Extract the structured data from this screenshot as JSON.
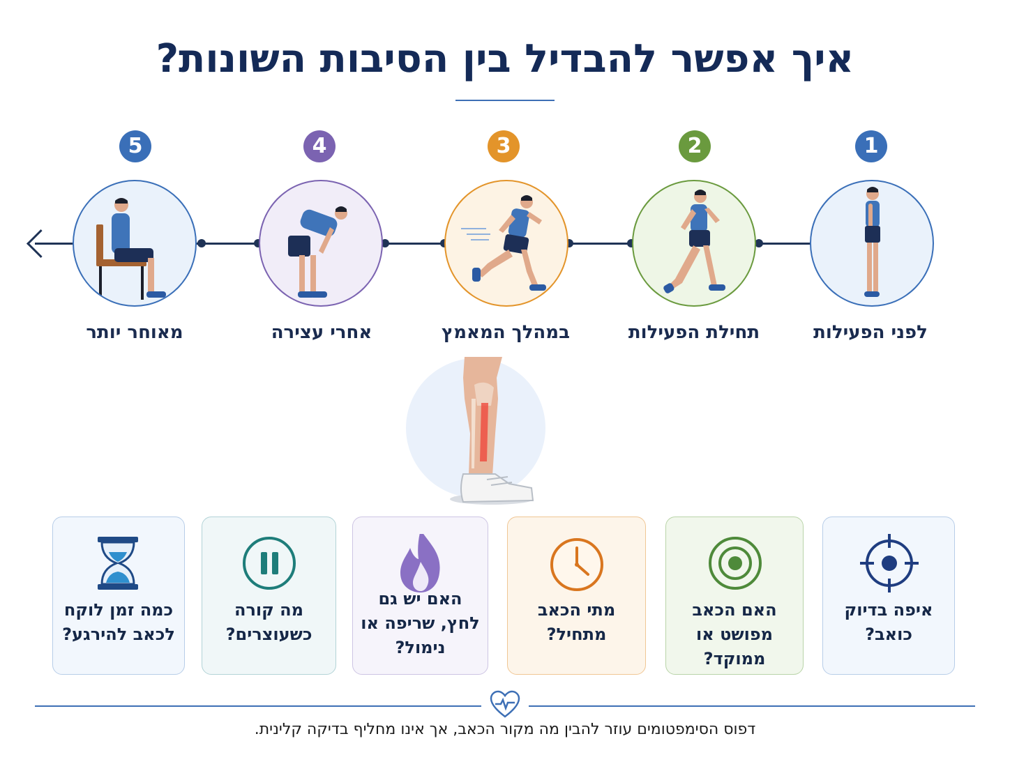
{
  "title": "איך אפשר להבדיל בין הסיבות השונות?",
  "steps": [
    {
      "num": "1",
      "label": "לפני הפעילות",
      "color": "#3a6fb8",
      "bg": "#eaf2fb"
    },
    {
      "num": "2",
      "label": "תחילת הפעילות",
      "color": "#6a9a3e",
      "bg": "#eef6e6"
    },
    {
      "num": "3",
      "label": "במהלך המאמץ",
      "color": "#e3942a",
      "bg": "#fdf3e4"
    },
    {
      "num": "4",
      "label": "אחרי עצירה",
      "color": "#7b63b1",
      "bg": "#f1edf8"
    },
    {
      "num": "5",
      "label": "מאוחר יותר",
      "color": "#3a6fb8",
      "bg": "#eaf2fb"
    }
  ],
  "cards": [
    {
      "text": "איפה בדיוק כואב?",
      "icon": "crosshair-icon",
      "color": "#1f3d80",
      "border": "#b7cde8",
      "bg": "#f2f7fd"
    },
    {
      "text": "האם הכאב מפושט או ממוקד?",
      "icon": "target-icon",
      "color": "#4e8a3a",
      "border": "#b9d4a8",
      "bg": "#f1f7ec"
    },
    {
      "text": "מתי הכאב מתחיל?",
      "icon": "clock-icon",
      "color": "#d9761f",
      "border": "#f0c694",
      "bg": "#fdf5ea"
    },
    {
      "text": "האם יש גם לחץ, שריפה או נימול?",
      "icon": "flame-icon",
      "color": "#7b5fb6",
      "border": "#cdc4e3",
      "bg": "#f6f4fb"
    },
    {
      "text": "מה קורה כשעוצרים?",
      "icon": "pause-icon",
      "color": "#1e7d7a",
      "border": "#b2d3d7",
      "bg": "#f0f7f8"
    },
    {
      "text": "כמה זמן לוקח לכאב להירגע?",
      "icon": "hourglass-icon",
      "color": "#1f4a86",
      "border": "#b7cde8",
      "bg": "#f2f7fd"
    }
  ],
  "footer": {
    "note": "דפוס הסימפטומים עוזר להבין מה מקור הכאב, אך אינו מחליף בדיקה קלינית.",
    "icon": "heart-pulse-icon",
    "color": "#3d6fb5"
  }
}
